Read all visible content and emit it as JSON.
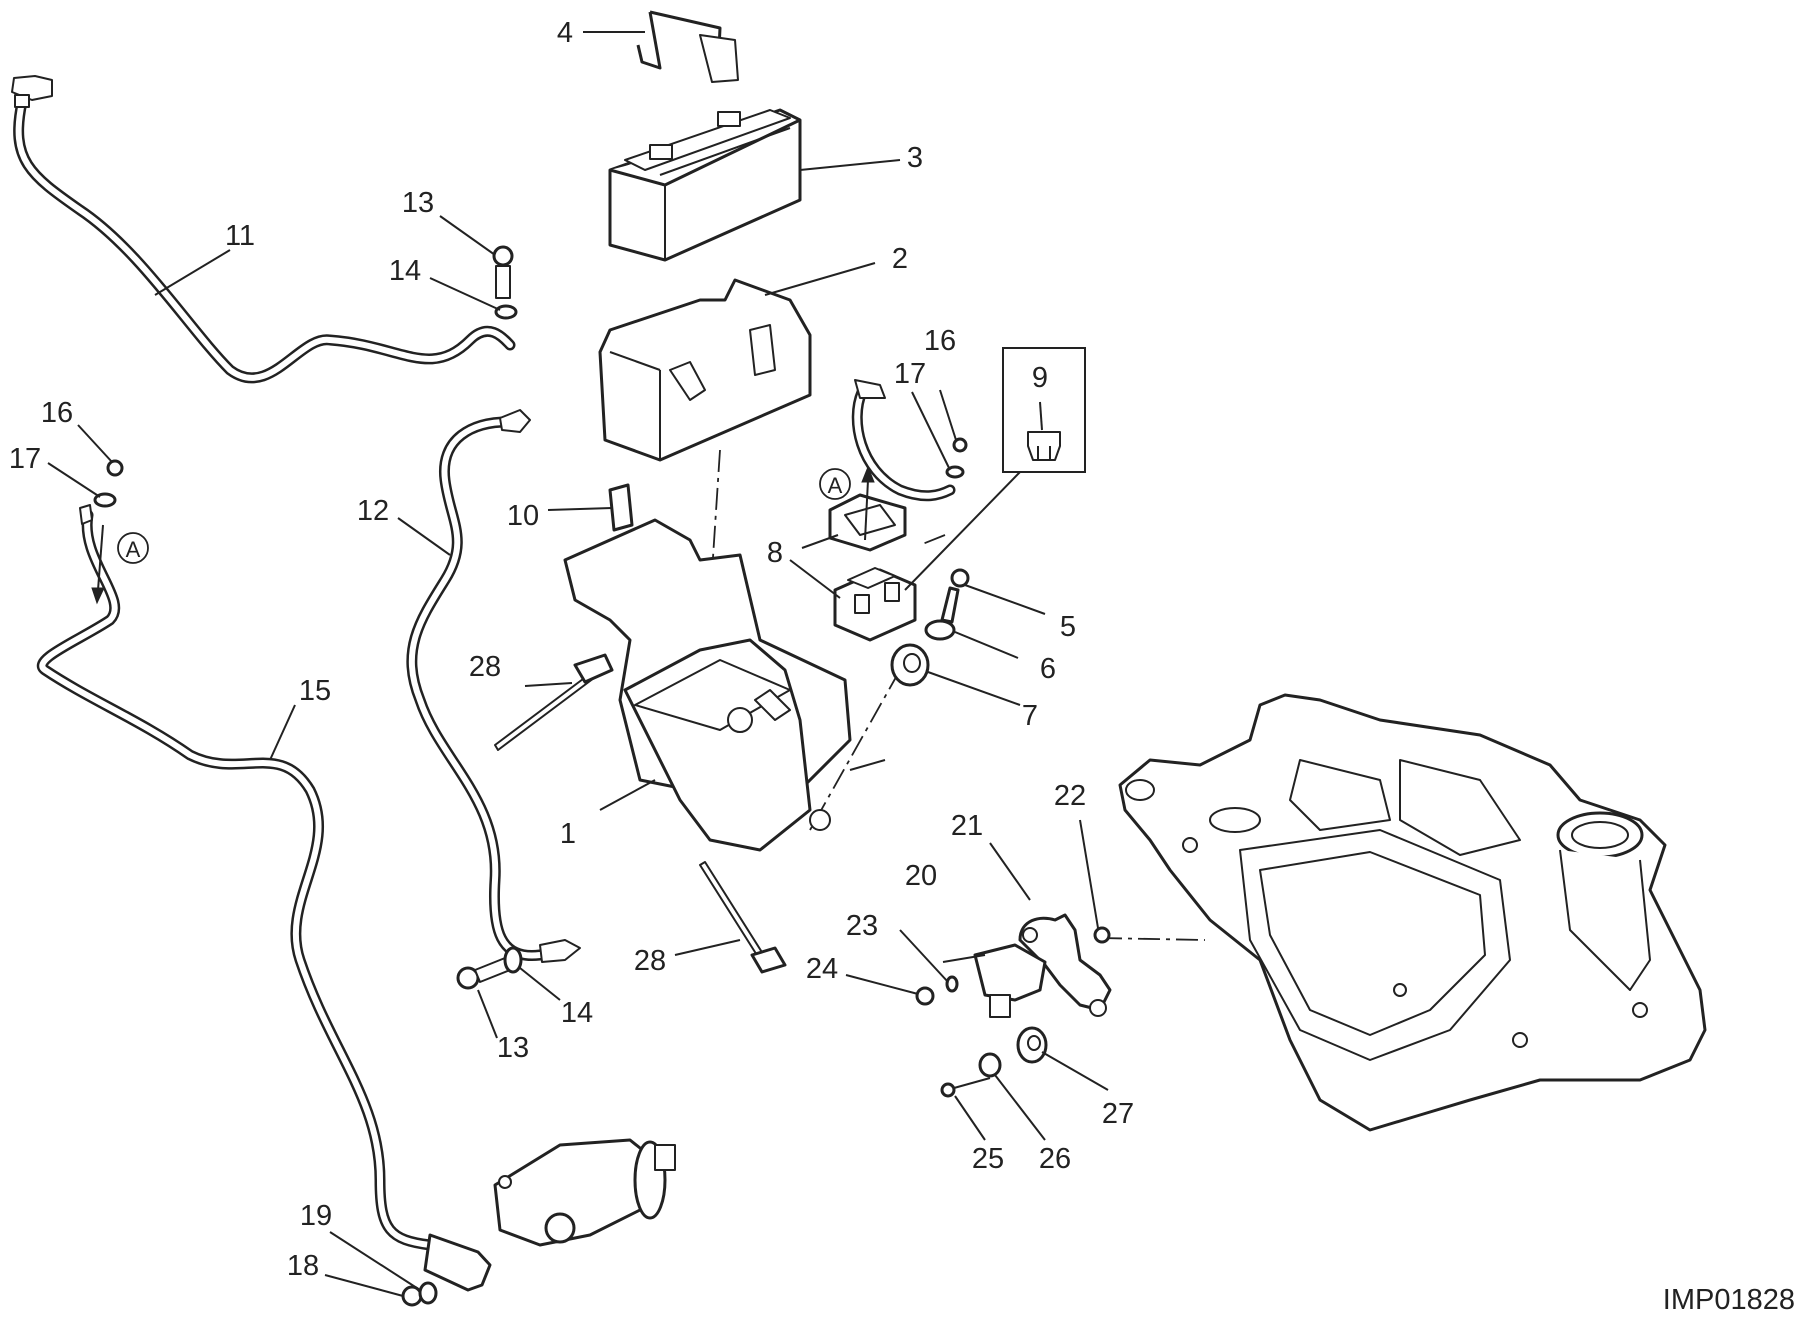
{
  "callouts": [
    {
      "id": "p1",
      "text": "1"
    },
    {
      "id": "p2",
      "text": "2"
    },
    {
      "id": "p3",
      "text": "3"
    },
    {
      "id": "p4",
      "text": "4"
    },
    {
      "id": "p5",
      "text": "5"
    },
    {
      "id": "p6",
      "text": "6"
    },
    {
      "id": "p7",
      "text": "7"
    },
    {
      "id": "p8",
      "text": "8"
    },
    {
      "id": "p9",
      "text": "9"
    },
    {
      "id": "p10",
      "text": "10"
    },
    {
      "id": "p11",
      "text": "11"
    },
    {
      "id": "p12",
      "text": "12"
    },
    {
      "id": "p13a",
      "text": "13"
    },
    {
      "id": "p13b",
      "text": "13"
    },
    {
      "id": "p14a",
      "text": "14"
    },
    {
      "id": "p14b",
      "text": "14"
    },
    {
      "id": "p15",
      "text": "15"
    },
    {
      "id": "p16a",
      "text": "16"
    },
    {
      "id": "p16b",
      "text": "16"
    },
    {
      "id": "p17a",
      "text": "17"
    },
    {
      "id": "p17b",
      "text": "17"
    },
    {
      "id": "p18",
      "text": "18"
    },
    {
      "id": "p19",
      "text": "19"
    },
    {
      "id": "p20",
      "text": "20"
    },
    {
      "id": "p21",
      "text": "21"
    },
    {
      "id": "p22",
      "text": "22"
    },
    {
      "id": "p23",
      "text": "23"
    },
    {
      "id": "p24",
      "text": "24"
    },
    {
      "id": "p25",
      "text": "25"
    },
    {
      "id": "p26",
      "text": "26"
    },
    {
      "id": "p27",
      "text": "27"
    },
    {
      "id": "p28a",
      "text": "28"
    },
    {
      "id": "p28b",
      "text": "28"
    }
  ],
  "connection_markers": [
    {
      "id": "a1",
      "text": "A"
    },
    {
      "id": "a2",
      "text": "A"
    }
  ],
  "drawing_code": "IMP01828"
}
